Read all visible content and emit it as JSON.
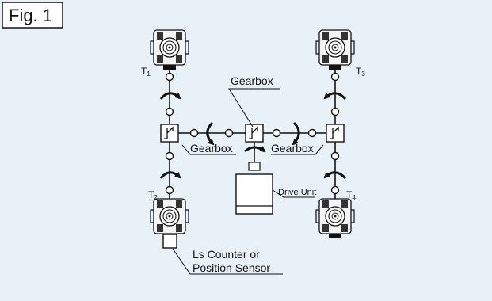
{
  "figure": {
    "label": "Fig. 1",
    "background": "#e9f1f8"
  },
  "motors": [
    {
      "label_main": "T",
      "label_sub": "1"
    },
    {
      "label_main": "T",
      "label_sub": "3"
    },
    {
      "label_main": "T",
      "label_sub": "2"
    },
    {
      "label_main": "T",
      "label_sub": "4"
    }
  ],
  "labels": {
    "gearbox_center": "Gearbox",
    "gearbox_left": "Gearbox",
    "gearbox_right": "Gearbox",
    "drive_unit": "Drive Unit",
    "sensor_line1": "Ls Counter or",
    "sensor_line2": "Position Sensor"
  }
}
